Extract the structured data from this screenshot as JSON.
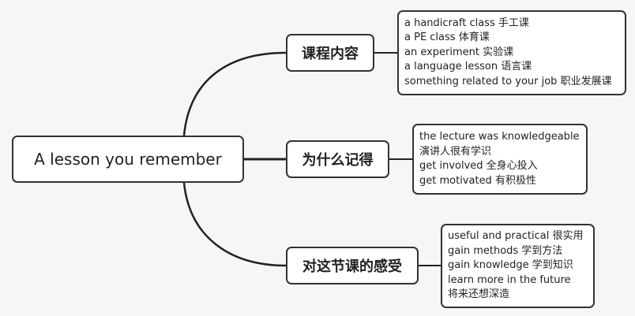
{
  "root": {
    "label": "A lesson you remember"
  },
  "branches": [
    {
      "label": "课程内容",
      "items": [
        "a handicraft class 手工课",
        "a PE class 体育课",
        "an experiment 实验课",
        "a language lesson 语言课",
        "something related to your job 职业发展课"
      ]
    },
    {
      "label": "为什么记得",
      "items": [
        "the lecture was knowledgeable",
        "演讲人很有学识",
        "get involved 全身心投入",
        "get motivated 有积极性"
      ]
    },
    {
      "label": "对这节课的感受",
      "items": [
        "useful and practical 很实用",
        "gain methods 学到方法",
        "gain knowledge 学到知识",
        "learn more in the future",
        "将来还想深造"
      ]
    }
  ]
}
